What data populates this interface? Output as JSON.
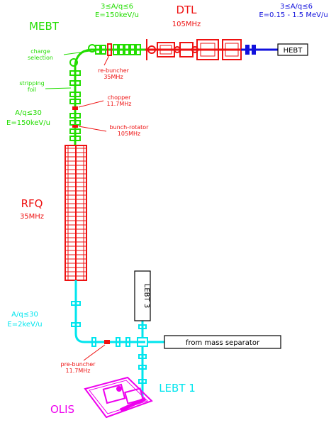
{
  "colors": {
    "mebt": "#22dd00",
    "dtl": "#ee1111",
    "hebt": "#1111dd",
    "lebt": "#00e5ee",
    "olis": "#ee00ee",
    "rfq": "#ee1111",
    "box": "#000000"
  },
  "labels": {
    "mebt": "MEBT",
    "dtl": "DTL",
    "dtl_freq": "105MHz",
    "aq_mebt": "3≤A/q≤6",
    "e_mebt": "E=150keV/u",
    "aq_dtl": "3≤A/q≤6",
    "e_dtl": "E=0.15 - 1.5 MeV/u",
    "hebt": "HEBT",
    "charge_selection": "charge\nselection",
    "rebuncher": "re-buncher\n35MHz",
    "stripping_foil": "stripping\nfoil",
    "chopper": "chopper\n11.7MHz",
    "bunch_rotator": "bunch-rotator\n105MHz",
    "aq_rfq": "A/q≤30",
    "e_rfq": "E=150keV/u",
    "rfq": "RFQ",
    "rfq_freq": "35MHz",
    "lebt3": "LEBT 3",
    "aq_lebt": "A/q≤30",
    "e_lebt": "E=2keV/u",
    "from_mass_separator": "from mass separator",
    "prebuncher": "pre-buncher\n11.7MHz",
    "lebt1": "LEBT 1",
    "olis": "OLIS"
  }
}
